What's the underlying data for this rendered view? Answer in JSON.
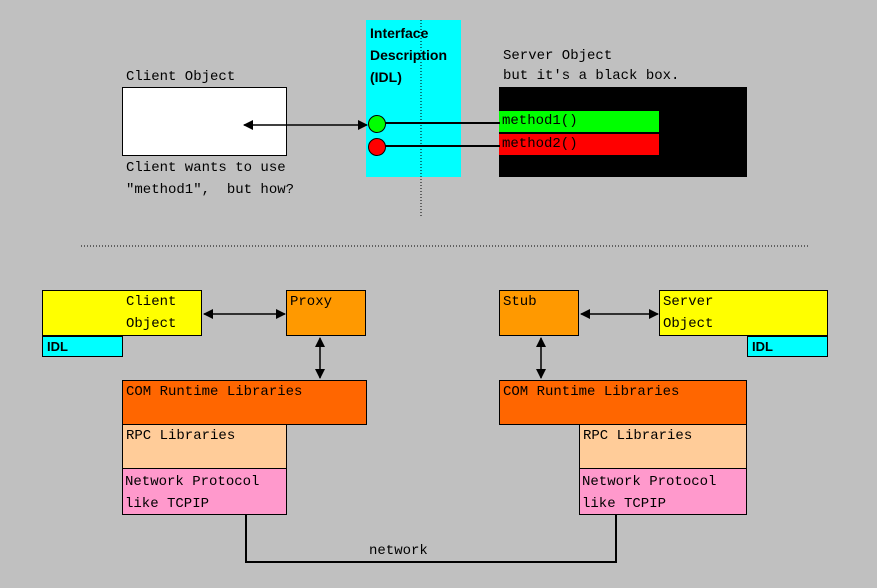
{
  "top": {
    "client_object_label": "Client Object",
    "client_note_line1": "Client wants to use",
    "client_note_line2": "\"method1\",  but how?",
    "interface_line1": "Interface",
    "interface_line2": "Description",
    "interface_line3": "(IDL)",
    "server_label_line1": "Server Object",
    "server_label_line2": "but it's a black box.",
    "method1": "method1()",
    "method2": "method2()"
  },
  "bottom": {
    "client_line1": "Client",
    "client_line2": "Object",
    "client_idl": "IDL",
    "proxy": "Proxy",
    "stub": "Stub",
    "server_line1": "Server",
    "server_line2": "Object",
    "server_idl": "IDL",
    "left_com": "COM Runtime Libraries",
    "left_rpc": "RPC Libraries",
    "left_net_line1": "Network Protocol",
    "left_net_line2": "like TCPIP",
    "right_com": "COM Runtime Libraries",
    "right_rpc": "RPC Libraries",
    "right_net_line1": "Network Protocol",
    "right_net_line2": "like TCPIP",
    "network": "network"
  },
  "colors": {
    "background": "#c0c0c0",
    "interface": "#00ffff",
    "method1": "#00ff00",
    "method2": "#ff0000",
    "object": "#ffff00",
    "proxy": "#ff9900",
    "com": "#ff6600",
    "rpc": "#ffcc99",
    "network_protocol": "#ff99cc"
  }
}
